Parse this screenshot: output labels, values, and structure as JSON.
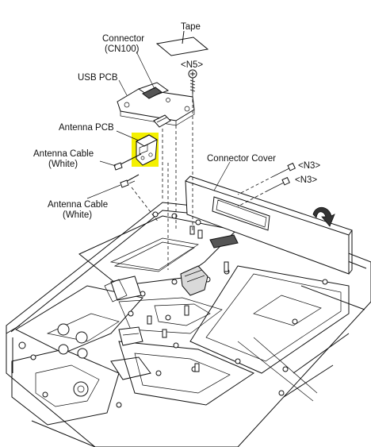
{
  "highlight_color": "#f4f000",
  "labels": {
    "tape": "Tape",
    "connector_line1": "Connector",
    "connector_line2": "(CN100)",
    "n5": "<N5>",
    "usb_pcb": "USB PCB",
    "antenna_pcb": "Antenna PCB",
    "antenna_cable_1_line1": "Antenna Cable",
    "antenna_cable_1_line2": "(White)",
    "antenna_cable_2_line1": "Antenna Cable",
    "antenna_cable_2_line2": "(White)",
    "connector_cover": "Connector Cover",
    "n3_a": "<N3>",
    "n3_b": "<N3>"
  }
}
